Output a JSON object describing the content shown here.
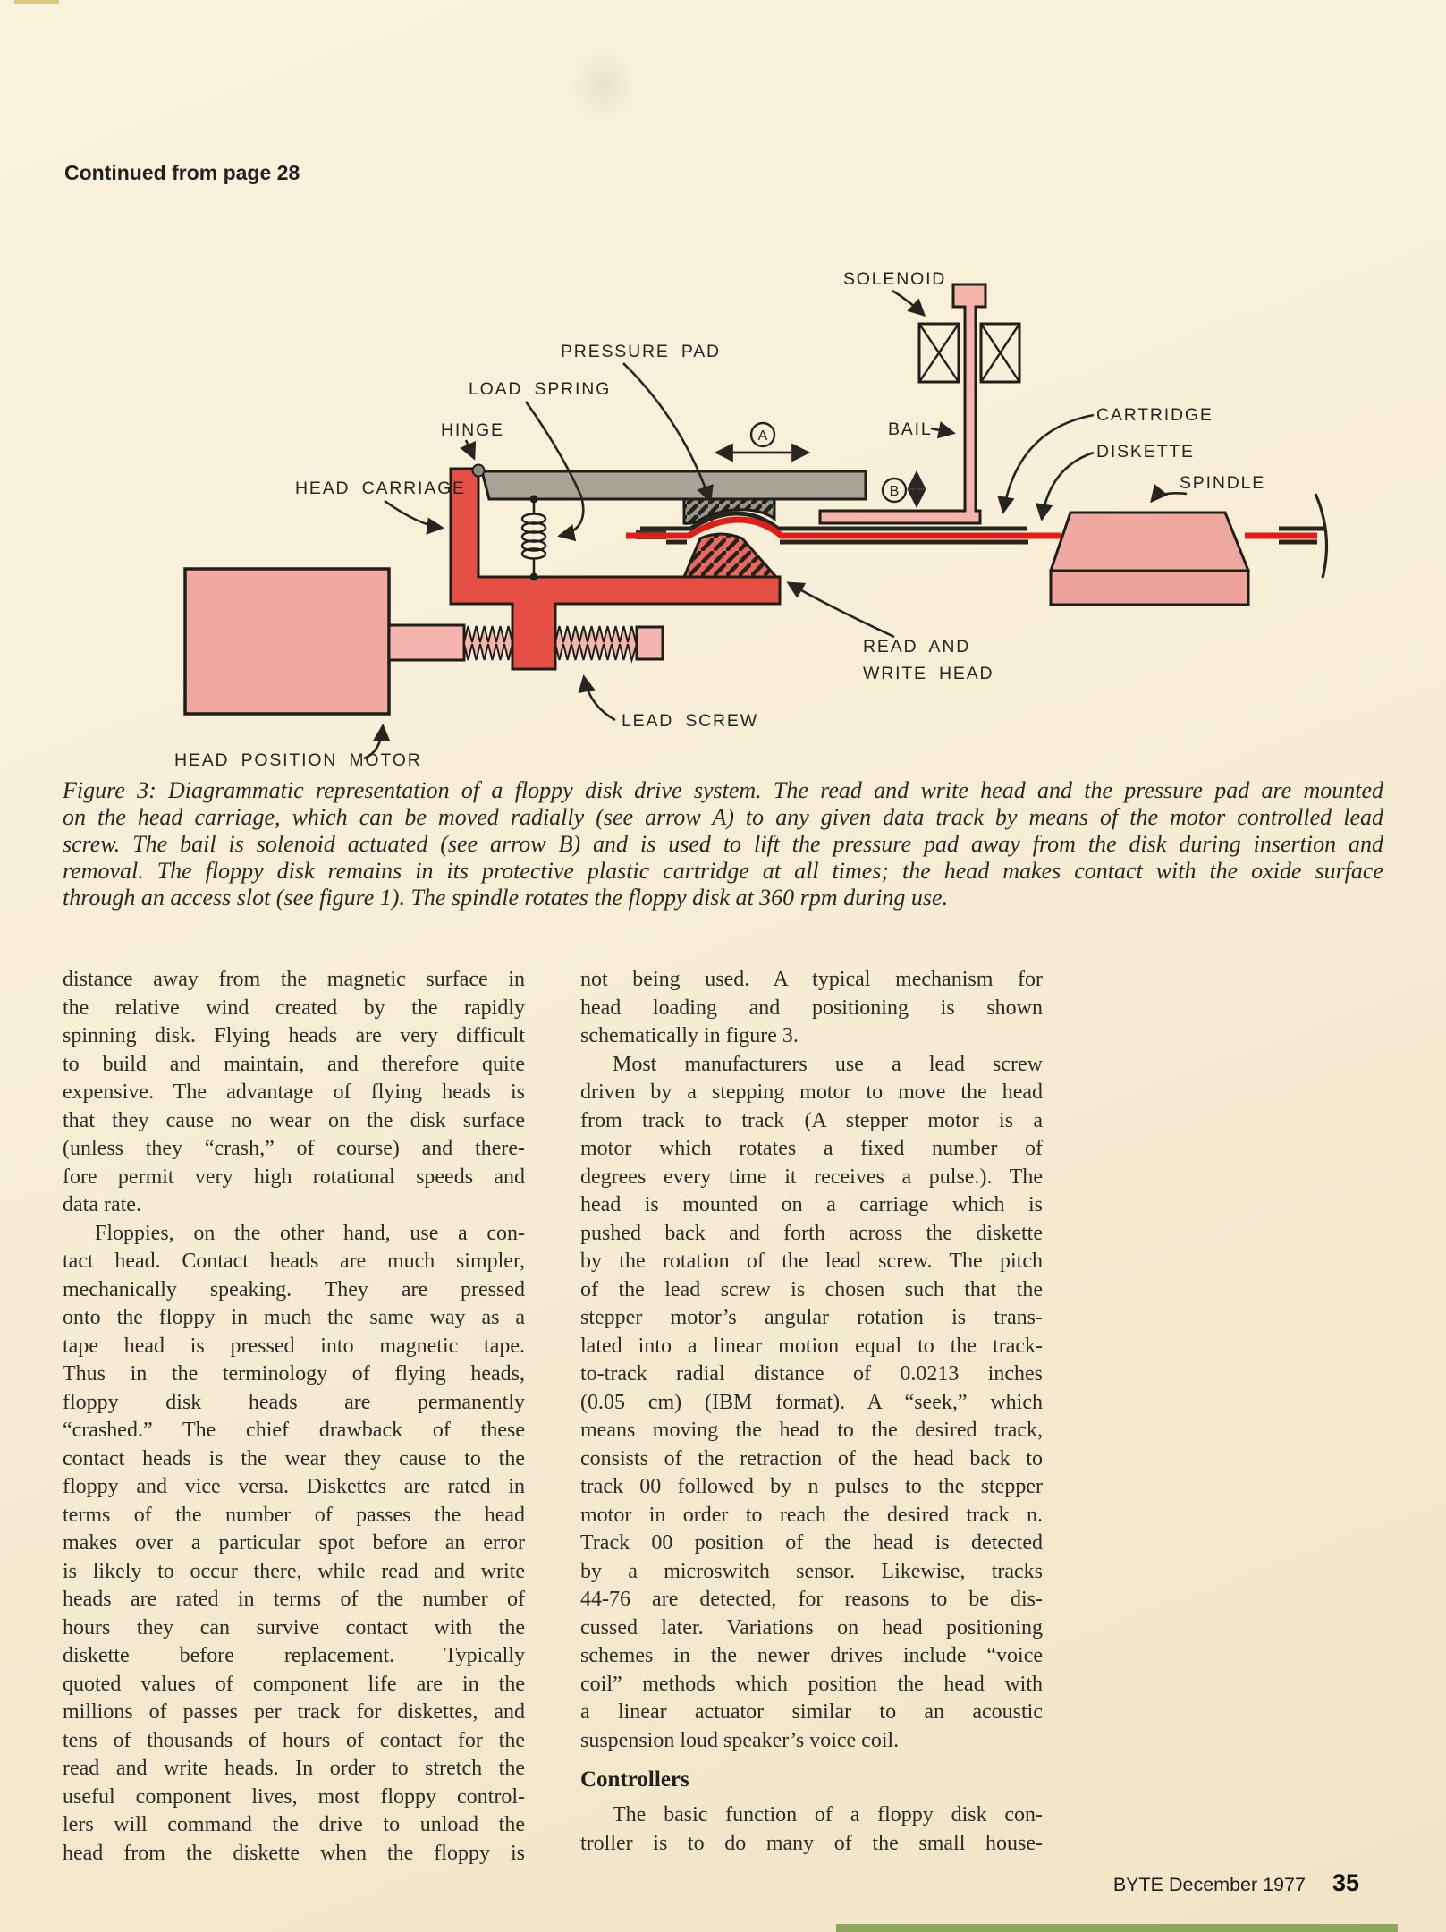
{
  "page": {
    "continued_note": "Continued from page 28",
    "footer": {
      "magazine": "BYTE December 1977",
      "page_number": "35"
    }
  },
  "figure": {
    "colors": {
      "carriage_red": "#e64f44",
      "diskette_red": "#dd1f1a",
      "component_pink": "#f0a8a1",
      "arm_gray": "#a7a396",
      "paper_cream": "#f8efd8",
      "ink": "#26251f"
    },
    "labels": {
      "solenoid": "SOLENOID",
      "pressure_pad": "PRESSURE PAD",
      "load_spring": "LOAD SPRING",
      "hinge": "HINGE",
      "head_carriage": "HEAD CARRIAGE",
      "bail": "BAIL",
      "cartridge": "CARTRIDGE",
      "diskette": "DISKETTE",
      "spindle": "SPINDLE",
      "read_write_head_line1": "READ AND",
      "read_write_head_line2": "WRITE HEAD",
      "lead_screw": "LEAD SCREW",
      "head_position_motor": "HEAD POSITION MOTOR",
      "arrow_a": "A",
      "arrow_b": "B"
    },
    "caption_lines": [
      {
        "t": "Figure 3: Diagrammatic representation of a floppy disk drive system. The read and write head and the pressure pad are mounted"
      },
      {
        "t": "on the head carriage, which can be moved radially (see arrow A) to any given data track by means of the motor controlled lead"
      },
      {
        "t": "screw. The bail is solenoid actuated (see arrow B) and is used to lift the pressure pad away from the disk during insertion and"
      },
      {
        "t": "removal. The floppy disk remains in its protective plastic cartridge at all times; the head makes contact with the oxide surface"
      },
      {
        "t": "through an access slot (see figure 1). The spindle rotates the floppy disk at 360 rpm during use.",
        "e": true
      }
    ]
  },
  "article": {
    "left_column": [
      {
        "t": "distance away from the magnetic surface in"
      },
      {
        "t": "the relative wind created by the rapidly"
      },
      {
        "t": "spinning disk. Flying heads are very difficult"
      },
      {
        "t": "to build and maintain, and therefore quite"
      },
      {
        "t": "expensive. The advantage of flying heads is"
      },
      {
        "t": "that they cause no wear on the disk surface"
      },
      {
        "t": "(unless they “crash,” of course) and there-"
      },
      {
        "t": "fore permit very high rotational speeds and"
      },
      {
        "t": "data rate.",
        "e": true
      },
      {
        "t": "Floppies, on the other hand, use a con-",
        "i": true
      },
      {
        "t": "tact head. Contact heads are much simpler,"
      },
      {
        "t": "mechanically speaking. They are pressed"
      },
      {
        "t": "onto the floppy in much the same way as a"
      },
      {
        "t": "tape head is pressed into magnetic tape."
      },
      {
        "t": "Thus in the terminology of flying heads,"
      },
      {
        "t": "floppy disk heads are permanently"
      },
      {
        "t": "“crashed.” The chief drawback of these"
      },
      {
        "t": "contact heads is the wear they cause to the"
      },
      {
        "t": "floppy and vice versa. Diskettes are rated in"
      },
      {
        "t": "terms of the number of passes the head"
      },
      {
        "t": "makes over a particular spot before an error"
      },
      {
        "t": "is likely to occur there, while read and write"
      },
      {
        "t": "heads are rated in terms of the number of"
      },
      {
        "t": "hours they can survive contact with the"
      },
      {
        "t": "diskette before replacement. Typically"
      },
      {
        "t": "quoted values of component life are in the"
      },
      {
        "t": "millions of passes per track for diskettes, and"
      },
      {
        "t": "tens of thousands of hours of contact for the"
      },
      {
        "t": "read and write heads. In order to stretch the"
      },
      {
        "t": "useful component lives, most floppy control-"
      },
      {
        "t": "lers will command the drive to unload the"
      },
      {
        "t": "head from the diskette when the floppy is"
      }
    ],
    "right_column_a": [
      {
        "t": "not being used. A typical mechanism for"
      },
      {
        "t": "head loading and positioning is shown"
      },
      {
        "t": "schematically in figure 3.",
        "e": true
      },
      {
        "t": "Most manufacturers use a lead screw",
        "i": true
      },
      {
        "t": "driven by a stepping motor to move the head"
      },
      {
        "t": "from track to track (A stepper motor is a"
      },
      {
        "t": "motor which rotates a fixed number of"
      },
      {
        "t": "degrees every time it receives a pulse.). The"
      },
      {
        "t": "head is mounted on a carriage which is"
      },
      {
        "t": "pushed back and forth across the diskette"
      },
      {
        "t": "by the rotation of the lead screw. The pitch"
      },
      {
        "t": "of the lead screw is chosen such that the"
      },
      {
        "t": "stepper motor’s angular rotation is trans-"
      },
      {
        "t": "lated into a linear motion equal to the track-"
      },
      {
        "t": "to-track radial distance of 0.0213 inches"
      },
      {
        "t": "(0.05 cm) (IBM format). A “seek,” which"
      },
      {
        "t": "means moving the head to the desired track,"
      },
      {
        "t": "consists of the retraction of the head back to"
      },
      {
        "t": "track 00 followed by n pulses to the stepper"
      },
      {
        "t": "motor in order to reach the desired track n."
      },
      {
        "t": "Track 00 position of the head is detected"
      },
      {
        "t": "by a microswitch sensor. Likewise, tracks"
      },
      {
        "t": "44-76 are detected, for reasons to be dis-"
      },
      {
        "t": "cussed later. Variations on head positioning"
      },
      {
        "t": "schemes in the newer drives include “voice"
      },
      {
        "t": "coil” methods which position the head with"
      },
      {
        "t": "a linear actuator similar to an acoustic"
      },
      {
        "t": "suspension loud speaker’s voice coil.",
        "e": true
      }
    ],
    "heading": "Controllers",
    "right_column_b": [
      {
        "t": "The basic function of a floppy disk con-",
        "i": true
      },
      {
        "t": "troller is to do many of the small house-"
      }
    ]
  }
}
